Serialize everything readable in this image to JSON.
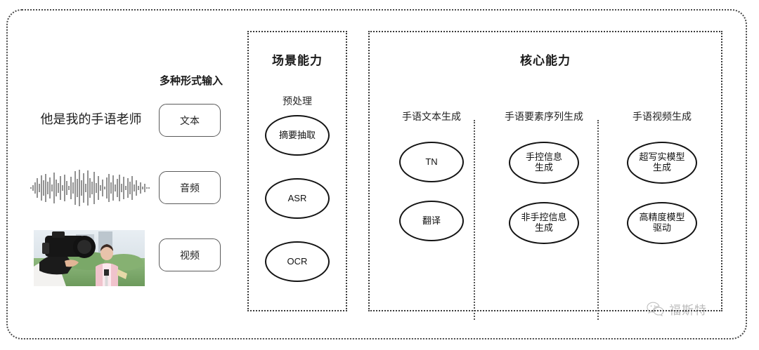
{
  "diagram": {
    "title_hidden": "",
    "input_section": {
      "heading": "多种形式输入",
      "sample_text": "他是我的手语老师",
      "modalities": [
        {
          "label": "文本",
          "icon": "text-icon"
        },
        {
          "label": "音频",
          "icon": "audio-waveform-icon"
        },
        {
          "label": "视频",
          "icon": "video-thumbnail-icon"
        }
      ]
    },
    "scene_panel": {
      "title": "场景能力",
      "subtitle": "预处理",
      "nodes": [
        "摘要抽取",
        "ASR",
        "OCR"
      ]
    },
    "core_panel": {
      "title": "核心能力",
      "columns": [
        {
          "header": "手语文本生成",
          "nodes": [
            "TN",
            "翻译"
          ]
        },
        {
          "header": "手语要素序列生成",
          "nodes": [
            "手控信息\n生成",
            "非手控信息\n生成"
          ]
        },
        {
          "header": "手语视频生成",
          "nodes": [
            "超写实模型\n生成",
            "高精度模型\n驱动"
          ]
        }
      ]
    },
    "watermark": {
      "text": "福斯特",
      "icon": "wechat-icon"
    },
    "colors": {
      "background": "#ffffff",
      "border_dotted": "#3b3b3b",
      "ellipse_stroke": "#131313",
      "chip_stroke": "#5a5a5a",
      "text": "#1e1e1e",
      "watermark": "#5d5d5d"
    }
  }
}
